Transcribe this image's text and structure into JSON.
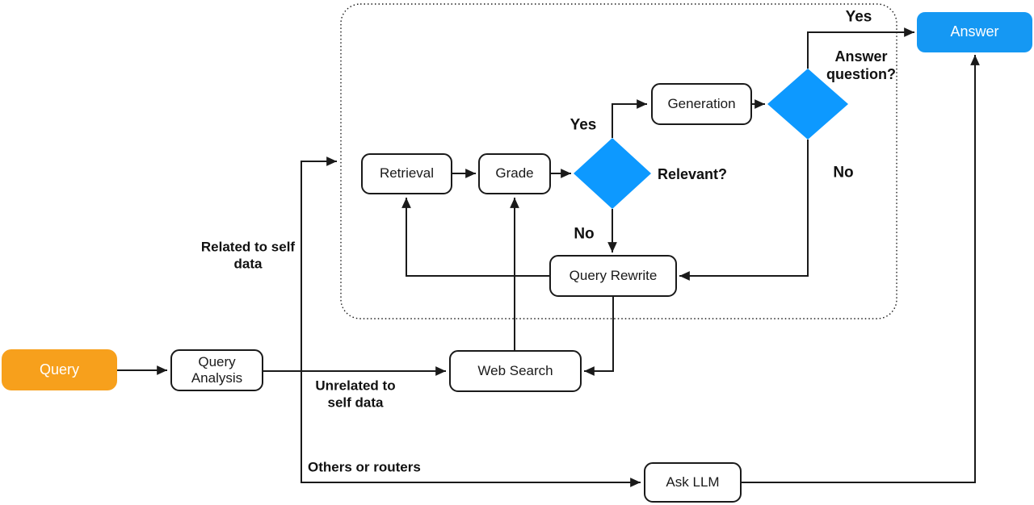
{
  "diagram": {
    "colors": {
      "query_fill": "#F7A01C",
      "decision_fill": "#0D99FF",
      "answer_fill": "#1598F3",
      "node_fill": "#FFFFFF",
      "line": "#1A1A1A",
      "label_text": "#111111",
      "node_text": "#1A1A1A",
      "light_text": "#FFFFFF"
    },
    "nodes": {
      "query": {
        "label": "Query"
      },
      "query_analysis": {
        "label": "Query Analysis"
      },
      "retrieval": {
        "label": "Retrieval"
      },
      "grade": {
        "label": "Grade"
      },
      "generation": {
        "label": "Generation"
      },
      "query_rewrite": {
        "label": "Query Rewrite"
      },
      "web_search": {
        "label": "Web Search"
      },
      "ask_llm": {
        "label": "Ask LLM"
      },
      "answer": {
        "label": "Answer"
      }
    },
    "decisions": {
      "relevant": {
        "label": "Relevant?"
      },
      "answer_question": {
        "label": "Answer question?"
      }
    },
    "edge_labels": {
      "relevant_yes": "Yes",
      "relevant_no": "No",
      "answer_yes": "Yes",
      "answer_no": "No",
      "related": "Related to self data",
      "unrelated": "Unrelated to self data",
      "others": "Others or routers"
    }
  }
}
